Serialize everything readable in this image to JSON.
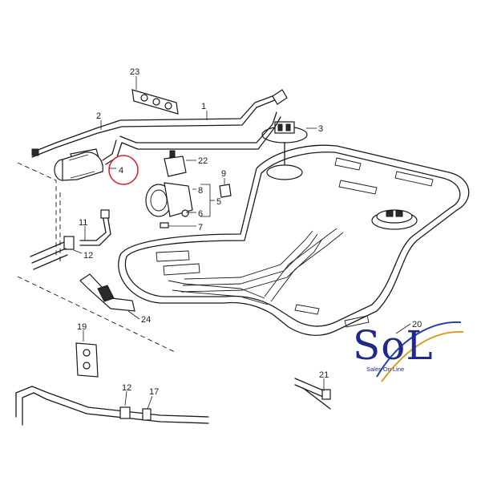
{
  "callouts": {
    "c1": "1",
    "c2": "2",
    "c3": "3",
    "c4": "4",
    "c5": "5",
    "c6": "6",
    "c7": "7",
    "c8": "8",
    "c9": "9",
    "c11": "11",
    "c12a": "12",
    "c12b": "12",
    "c17": "17",
    "c19": "19",
    "c20": "20",
    "c21": "21",
    "c22": "22",
    "c23": "23",
    "c24": "24"
  },
  "logo": {
    "text": "SoL",
    "tagline": "Sales On Line",
    "primary_color": "#1e2a8a",
    "arc_colors": [
      "#2a3fa8",
      "#d9a020"
    ]
  },
  "highlight": {
    "target_callout": "4",
    "ring_color": "#d9262a"
  }
}
